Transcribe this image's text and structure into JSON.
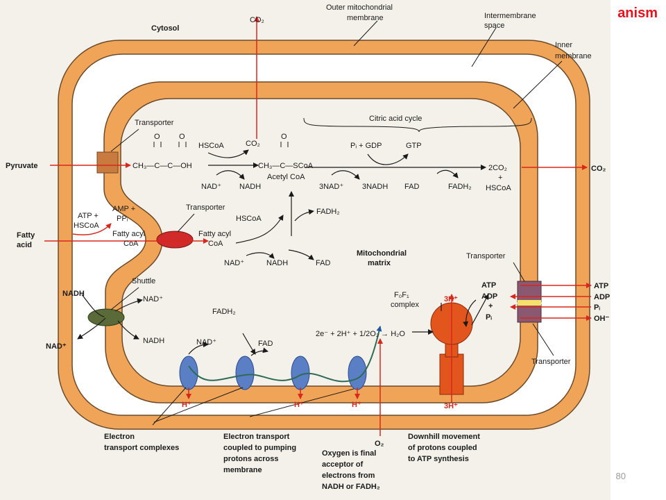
{
  "slide": {
    "title": "anism",
    "page_number": "80"
  },
  "diagram": {
    "regions": {
      "cytosol": "Cytosol",
      "outer_membrane": [
        "Outer mitochondrial",
        "membrane"
      ],
      "intermembrane_space": [
        "Intermembrane",
        "space"
      ],
      "inner_membrane": [
        "Inner",
        "membrane"
      ],
      "matrix": [
        "Mitochondrial",
        "matrix"
      ]
    },
    "citric_acid_cycle": "Citric acid cycle",
    "pyruvate_path": {
      "transporter": "Transporter",
      "pyruvate": "Pyruvate",
      "molecule": "CH₃—C—C—OH",
      "hscoa": "HSCoA",
      "nad": "NAD⁺",
      "nadh": "NADH",
      "co2": "CO₂",
      "acetyl_molecule": "CH₃—C—SCoA",
      "acetyl_coa": "Acetyl CoA",
      "co2_top": "CO₂"
    },
    "cycle": {
      "pi_gdp": "Pᵢ + GDP",
      "gtp": "GTP",
      "nad3": "3NAD⁺",
      "nadh3": "3NADH",
      "fad": "FAD",
      "fadh2": "FADH₂",
      "co2_2": "2CO₂",
      "plus": "+",
      "hscoa": "HSCoA",
      "co2_out": "CO₂"
    },
    "fatty_acid_path": {
      "fatty_acid": [
        "Fatty",
        "acid"
      ],
      "atp_hscoa": [
        "ATP +",
        "HSCoA"
      ],
      "amp_ppi": [
        "AMP +",
        "PPᵢ"
      ],
      "fatty_acyl_coa_cyt": [
        "Fatty acyl",
        "CoA"
      ],
      "transporter": "Transporter",
      "fatty_acyl_coa_mat": [
        "Fatty acyl",
        "CoA"
      ],
      "hscoa": "HSCoA",
      "fadh2": "FADH₂",
      "nad": "NAD⁺",
      "nadh": "NADH",
      "fad": "FAD"
    },
    "shuttle": {
      "label": "Shuttle",
      "nadh_cyt": "NADH",
      "nad_cyt": "NAD⁺",
      "nad_mat": "NAD⁺",
      "nadh_mat": "NADH"
    },
    "etc": {
      "fadh2": "FADH₂",
      "nad": "NAD⁺",
      "fad": "FAD",
      "nadh": "NADH",
      "equation": "2e⁻ + 2H⁺ + 1/2O₂ → H₂O",
      "h_plus": [
        "H⁺",
        "H⁺",
        "H⁺"
      ],
      "o2": "O₂"
    },
    "atp_synthase": {
      "complex": [
        "F₀F₁",
        "complex"
      ],
      "h_in": "3H⁺",
      "h_out": "3H⁺",
      "atp": "ATP",
      "adp": "ADP",
      "plus": "+",
      "pi": "Pᵢ"
    },
    "transporter_right": {
      "top_label": "Transporter",
      "bottom_label": "Transporter",
      "atp": "ATP",
      "adp": "ADP",
      "pi": "Pᵢ",
      "oh": "OH⁻"
    },
    "captions": {
      "etc_complexes": [
        "Electron",
        "transport complexes"
      ],
      "etc_coupled": [
        "Electron transport",
        "coupled to pumping",
        "protons across",
        "membrane"
      ],
      "oxygen": [
        "Oxygen is final",
        "acceptor of",
        "electrons from",
        "NADH or FADH₂"
      ],
      "downhill": [
        "Downhill movement",
        "of protons coupled",
        "to ATP synthesis"
      ]
    },
    "colors": {
      "membrane": "#f0a458",
      "membrane_edge": "#6b4a2a",
      "arrow_red": "#d8271b",
      "complex_blue": "#5b7fc4",
      "atp_synthase": "#e2561e",
      "title_red": "#e8101c"
    }
  }
}
